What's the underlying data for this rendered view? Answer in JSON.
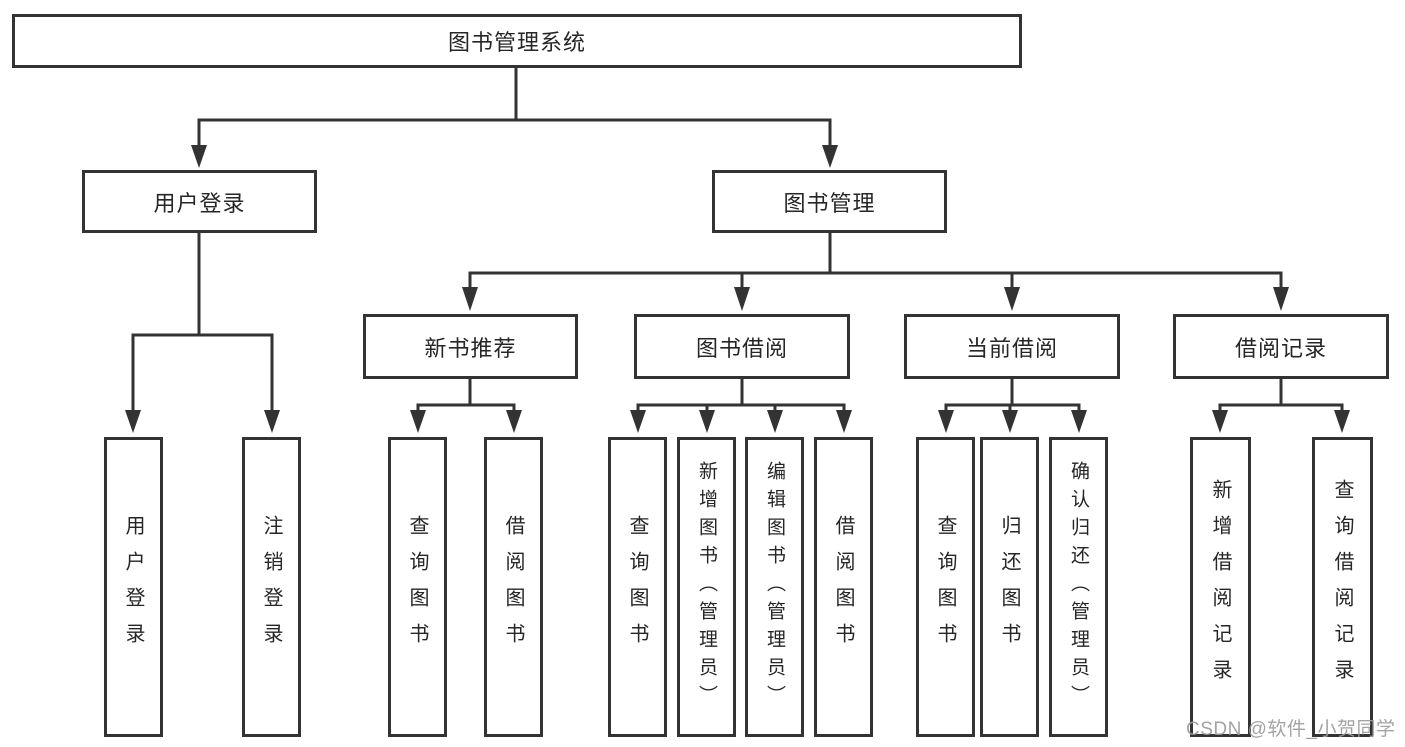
{
  "diagram": {
    "root": {
      "label": "图书管理系统"
    },
    "level2": [
      {
        "label": "用户登录"
      },
      {
        "label": "图书管理"
      }
    ],
    "level3": [
      {
        "label": "新书推荐",
        "parent": "图书管理"
      },
      {
        "label": "图书借阅",
        "parent": "图书管理"
      },
      {
        "label": "当前借阅",
        "parent": "图书管理"
      },
      {
        "label": "借阅记录",
        "parent": "图书管理"
      }
    ],
    "leaves": [
      {
        "label": "用户登录",
        "parent": "用户登录"
      },
      {
        "label": "注销登录",
        "parent": "用户登录"
      },
      {
        "label": "查询图书",
        "parent": "新书推荐"
      },
      {
        "label": "借阅图书",
        "parent": "新书推荐"
      },
      {
        "label": "查询图书",
        "parent": "图书借阅"
      },
      {
        "label": "新增图书（管理员）",
        "parent": "图书借阅"
      },
      {
        "label": "编辑图书（管理员）",
        "parent": "图书借阅"
      },
      {
        "label": "借阅图书",
        "parent": "图书借阅"
      },
      {
        "label": "查询图书",
        "parent": "当前借阅"
      },
      {
        "label": "归还图书",
        "parent": "当前借阅"
      },
      {
        "label": "确认归还（管理员）",
        "parent": "当前借阅"
      },
      {
        "label": "新增借阅记录",
        "parent": "借阅记录"
      },
      {
        "label": "查询借阅记录",
        "parent": "借阅记录"
      }
    ],
    "watermark": "CSDN @软件_小贺同学",
    "colors": {
      "line": "#333333",
      "text": "#262626",
      "watermark": "#9c9c9c",
      "background": "#ffffff"
    }
  }
}
